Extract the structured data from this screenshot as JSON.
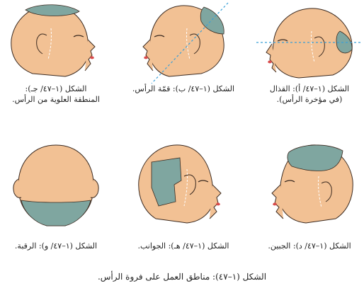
{
  "colors": {
    "skin": "#f2c194",
    "outline": "#3b2a20",
    "shade": "#7fa6a0",
    "guide": "#3aa0d8",
    "lips": "#d94b4b",
    "ear_line": "#ffffff"
  },
  "figures": {
    "a": {
      "caption_line1": "الشكل (١–٤٧/ أ): القذال",
      "caption_line2": "(في مؤخرة الرأس).",
      "icon": "head-profile-right"
    },
    "b": {
      "caption_line1": "الشكل (١–٤٧/ ب): قمّة الرأس.",
      "caption_line2": "",
      "icon": "head-profile-left"
    },
    "c": {
      "caption_line1": "الشكل (١–٤٧/ جـ):",
      "caption_line2": "المنطقة العلوية من الرأس.",
      "icon": "head-profile-right"
    },
    "d": {
      "caption_line1": "الشكل (١–٤٧/ د): الجبين.",
      "icon": "head-profile-left"
    },
    "e": {
      "caption_line1": "الشكل (١–٤٧/ هـ): الجوانب.",
      "icon": "head-profile-right"
    },
    "f": {
      "caption_line1": "الشكل (١–٤٧/ و): الرقبة.",
      "icon": "head-back"
    }
  },
  "main_caption": "الشكل (١–٤٧): مناطق العمل على فروة الرأس."
}
